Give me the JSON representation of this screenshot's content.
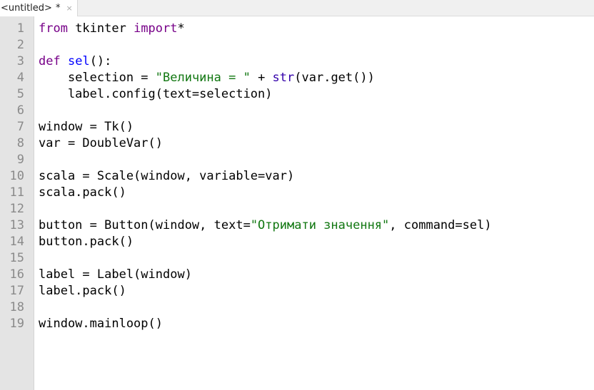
{
  "tab": {
    "title": "<untitled>",
    "modified": "*",
    "close": "×"
  },
  "colors": {
    "keyword": "#770088",
    "function_name": "#0000ff",
    "string": "#117711",
    "builtin": "#3300aa",
    "gutter_bg": "#e4e4e4",
    "line_number": "#8a8a8a"
  },
  "editor": {
    "lines": [
      [
        {
          "t": "from",
          "k": "kw"
        },
        {
          "t": " tkinter "
        },
        {
          "t": "import",
          "k": "kw"
        },
        {
          "t": "*"
        }
      ],
      [],
      [
        {
          "t": "def",
          "k": "kw"
        },
        {
          "t": " "
        },
        {
          "t": "sel",
          "k": "fn"
        },
        {
          "t": "():"
        }
      ],
      [
        {
          "t": "    selection = "
        },
        {
          "t": "\"Величина = \"",
          "k": "str"
        },
        {
          "t": " + "
        },
        {
          "t": "str",
          "k": "bi"
        },
        {
          "t": "(var.get())"
        }
      ],
      [
        {
          "t": "    label.config(text=selection)"
        }
      ],
      [],
      [
        {
          "t": "window = Tk()"
        }
      ],
      [
        {
          "t": "var = DoubleVar()"
        }
      ],
      [],
      [
        {
          "t": "scala = Scale(window, variable=var)"
        }
      ],
      [
        {
          "t": "scala.pack()"
        }
      ],
      [],
      [
        {
          "t": "button = Button(window, text="
        },
        {
          "t": "\"Отримати значення\"",
          "k": "str"
        },
        {
          "t": ", command=sel)"
        }
      ],
      [
        {
          "t": "button.pack()"
        }
      ],
      [],
      [
        {
          "t": "label = Label(window)"
        }
      ],
      [
        {
          "t": "label.pack()"
        }
      ],
      [],
      [
        {
          "t": "window.mainloop()"
        }
      ]
    ]
  }
}
